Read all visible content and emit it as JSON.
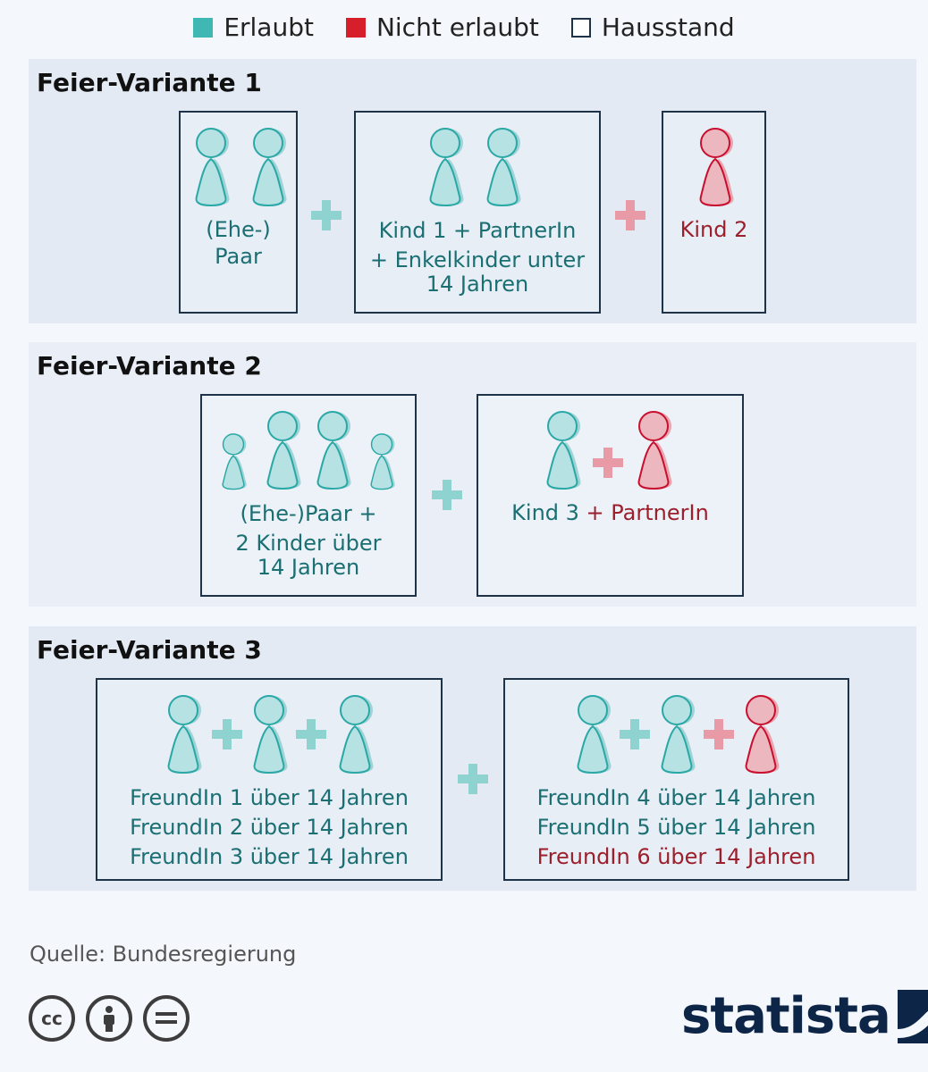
{
  "legend": [
    {
      "label": "Erlaubt",
      "color": "#3fb8b4",
      "outline": false
    },
    {
      "label": "Nicht erlaubt",
      "color": "#d71f2b",
      "outline": false
    },
    {
      "label": "Hausstand",
      "color": "#ffffff",
      "outline": true
    }
  ],
  "colors": {
    "allowed": "#3fb8b4",
    "not_allowed": "#d71f2b",
    "box_border": "#1e3248",
    "brand": "#0d2547"
  },
  "variants": [
    {
      "title": "Feier-Variante 1",
      "groups": [
        {
          "lines": [
            "(Ehe-)",
            "Paar"
          ]
        },
        {
          "lines": [
            "Kind 1 + PartnerIn",
            "+ Enkelkinder unter",
            "14 Jahren"
          ]
        },
        {
          "lines": [
            "Kind 2"
          ]
        }
      ]
    },
    {
      "title": "Feier-Variante 2",
      "groups": [
        {
          "lines": [
            "(Ehe-)Paar +",
            "2 Kinder über",
            "14 Jahren"
          ]
        },
        {
          "line_a": "Kind 3",
          "line_b": " + PartnerIn"
        }
      ]
    },
    {
      "title": "Feier-Variante 3",
      "groups": [
        {
          "lines": [
            "FreundIn 1 über 14 Jahren",
            "FreundIn 2 über 14 Jahren",
            "FreundIn 3 über 14 Jahren"
          ]
        },
        {
          "lines": [
            "FreundIn 4 über 14 Jahren",
            "FreundIn 5 über 14 Jahren",
            "FreundIn 6 über 14 Jahren"
          ]
        }
      ]
    }
  ],
  "footer": {
    "source": "Quelle: Bundesregierung",
    "license_icons": [
      "cc-icon",
      "by-person-icon",
      "nd-equals-icon"
    ],
    "license_text": {
      "cc": "cc"
    },
    "brand": "statista"
  }
}
